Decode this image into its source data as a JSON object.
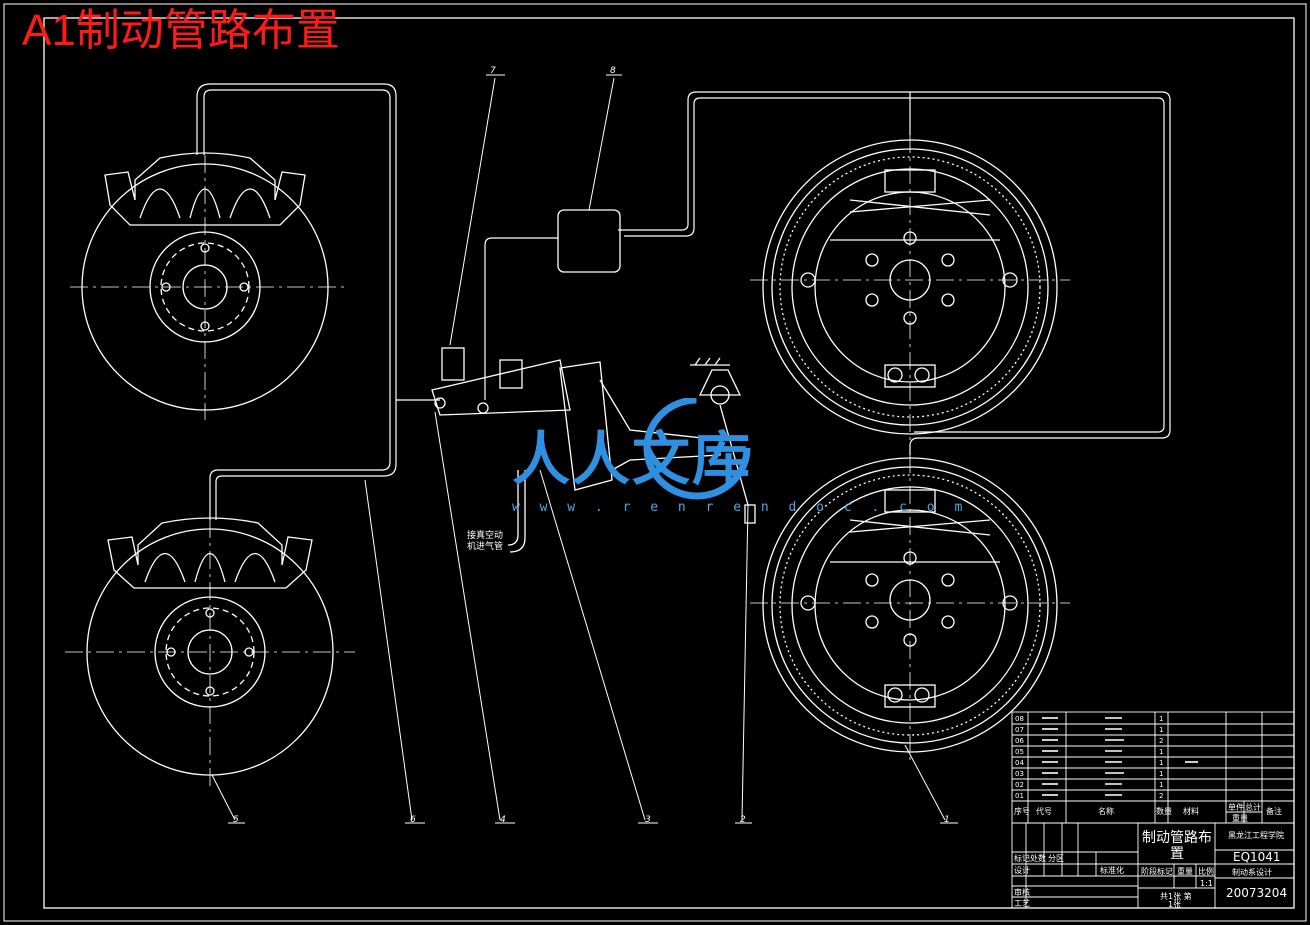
{
  "title": {
    "prefix": "A1",
    "text": "制动管路布置"
  },
  "callouts": {
    "c1": "1",
    "c2": "2",
    "c3": "3",
    "c4": "4",
    "c5": "5",
    "c6": "6",
    "c7": "7",
    "c8": "8"
  },
  "note": {
    "line1": "接真空动",
    "line2": "机进气管"
  },
  "watermark": {
    "brand": "人人文库",
    "url": "w w w . r e n r e n d o c . c o m"
  },
  "title_block": {
    "drawing_name_line1": "制动管路布",
    "drawing_name_line2": "置",
    "school": "黑龙江工程学院",
    "model_code": "EQ1041",
    "subtitle": "制动系设计",
    "drawing_no": "20073204",
    "scale": "1:1",
    "header": {
      "seq": "序号",
      "code": "代号",
      "name": "名称",
      "qty": "数量",
      "material": "材料",
      "unit_weight": "单件",
      "total_weight": "总计",
      "weight": "重量",
      "remark": "备注"
    },
    "labels": {
      "mark": "标记",
      "count": "处数",
      "zone": "分区",
      "design": "设计",
      "review": "审核",
      "craft": "工艺",
      "std": "标准化",
      "stage": "阶段标记",
      "wt": "重量",
      "ratio": "比例",
      "sheets": "共1张 第",
      "sheet": "1张"
    },
    "parts": [
      {
        "seq": "08",
        "code": "",
        "name": "",
        "qty": "1"
      },
      {
        "seq": "07",
        "code": "",
        "name": "",
        "qty": "1"
      },
      {
        "seq": "06",
        "code": "",
        "name": "",
        "qty": "2"
      },
      {
        "seq": "05",
        "code": "",
        "name": "",
        "qty": "1"
      },
      {
        "seq": "04",
        "code": "",
        "name": "",
        "qty": "1"
      },
      {
        "seq": "03",
        "code": "",
        "name": "",
        "qty": "1"
      },
      {
        "seq": "02",
        "code": "",
        "name": "",
        "qty": "1"
      },
      {
        "seq": "01",
        "code": "",
        "name": "",
        "qty": "2"
      }
    ]
  }
}
